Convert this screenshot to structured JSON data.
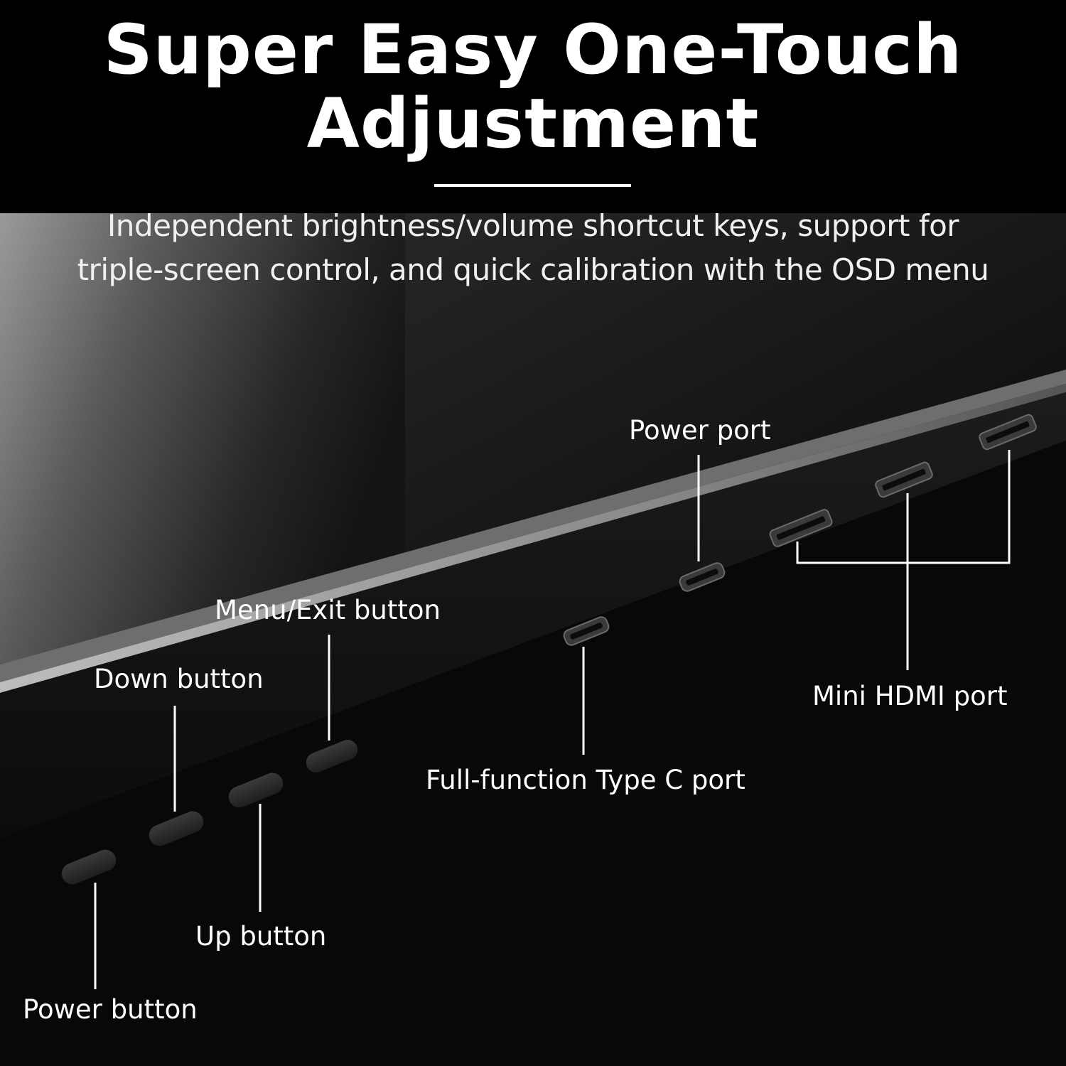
{
  "title": {
    "line1": "Super Easy One-Touch",
    "line2": "Adjustment"
  },
  "subtitle": {
    "line1": "Independent brightness/volume shortcut keys, support for",
    "line2": "triple-screen control, and quick calibration with the OSD menu"
  },
  "callouts": {
    "power_port": "Power port",
    "menu_exit_button": "Menu/Exit button",
    "down_button": "Down button",
    "mini_hdmi_port": "Mini HDMI port",
    "type_c_port": "Full-function Type C port",
    "up_button": "Up button",
    "power_button": "Power button"
  },
  "colors": {
    "background": "#000000",
    "text": "#ffffff",
    "monitor_body": "#141414"
  }
}
